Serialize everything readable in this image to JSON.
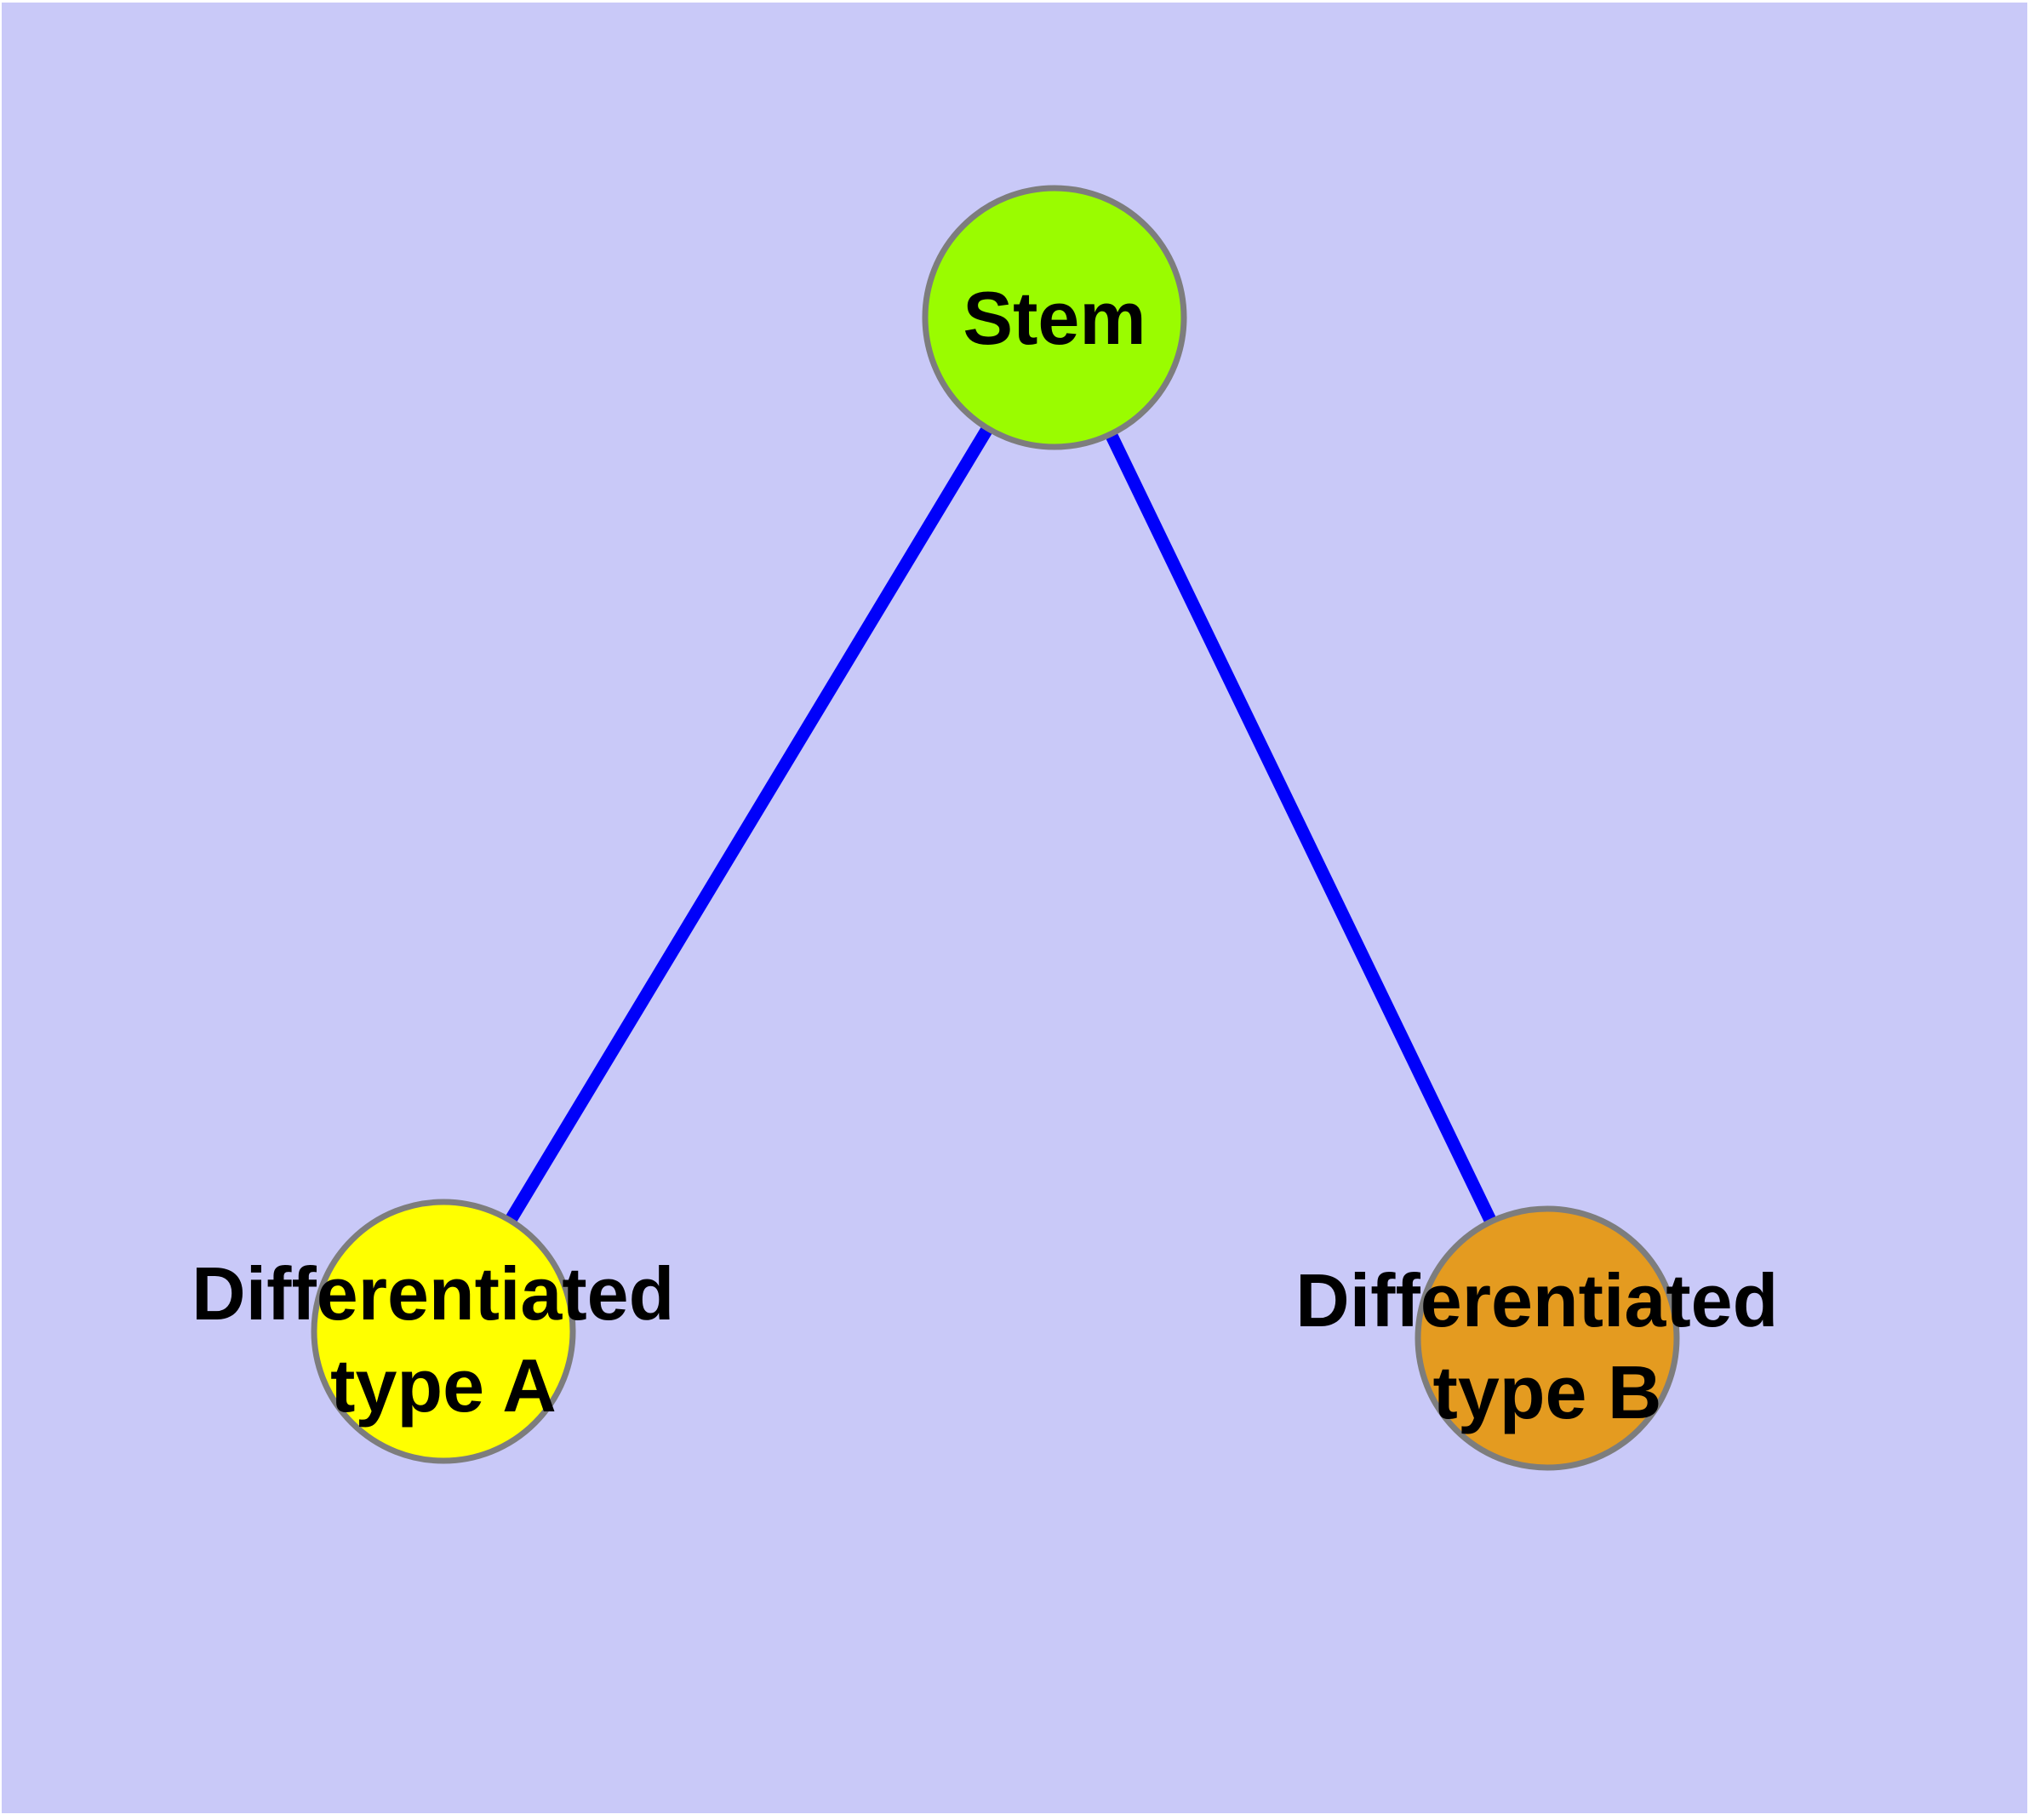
{
  "diagram_type": "node-link-graph",
  "colors": {
    "background": "#c9c9f8",
    "page_margin": "#ffffff",
    "edge": "#0000fa",
    "node_border": "#7d7d7d",
    "label_text": "#000000",
    "stem_fill": "#9afc00",
    "type_a_fill": "#ffff00",
    "type_b_fill": "#e49b20"
  },
  "nodes": [
    {
      "id": "stem",
      "label": "Stem",
      "fill": "#9afc00"
    },
    {
      "id": "differentiated-type-a",
      "label": "Differentiated type A",
      "line1": "Differentiated",
      "line2": "type A",
      "fill": "#ffff00"
    },
    {
      "id": "differentiated-type-b",
      "label": "Differentiated type B",
      "line1": "Differentiated",
      "line2": "type B",
      "fill": "#e49b20"
    }
  ],
  "edges": [
    {
      "from": "Stem",
      "to": "Differentiated type A"
    },
    {
      "from": "Stem",
      "to": "Differentiated type B"
    }
  ]
}
